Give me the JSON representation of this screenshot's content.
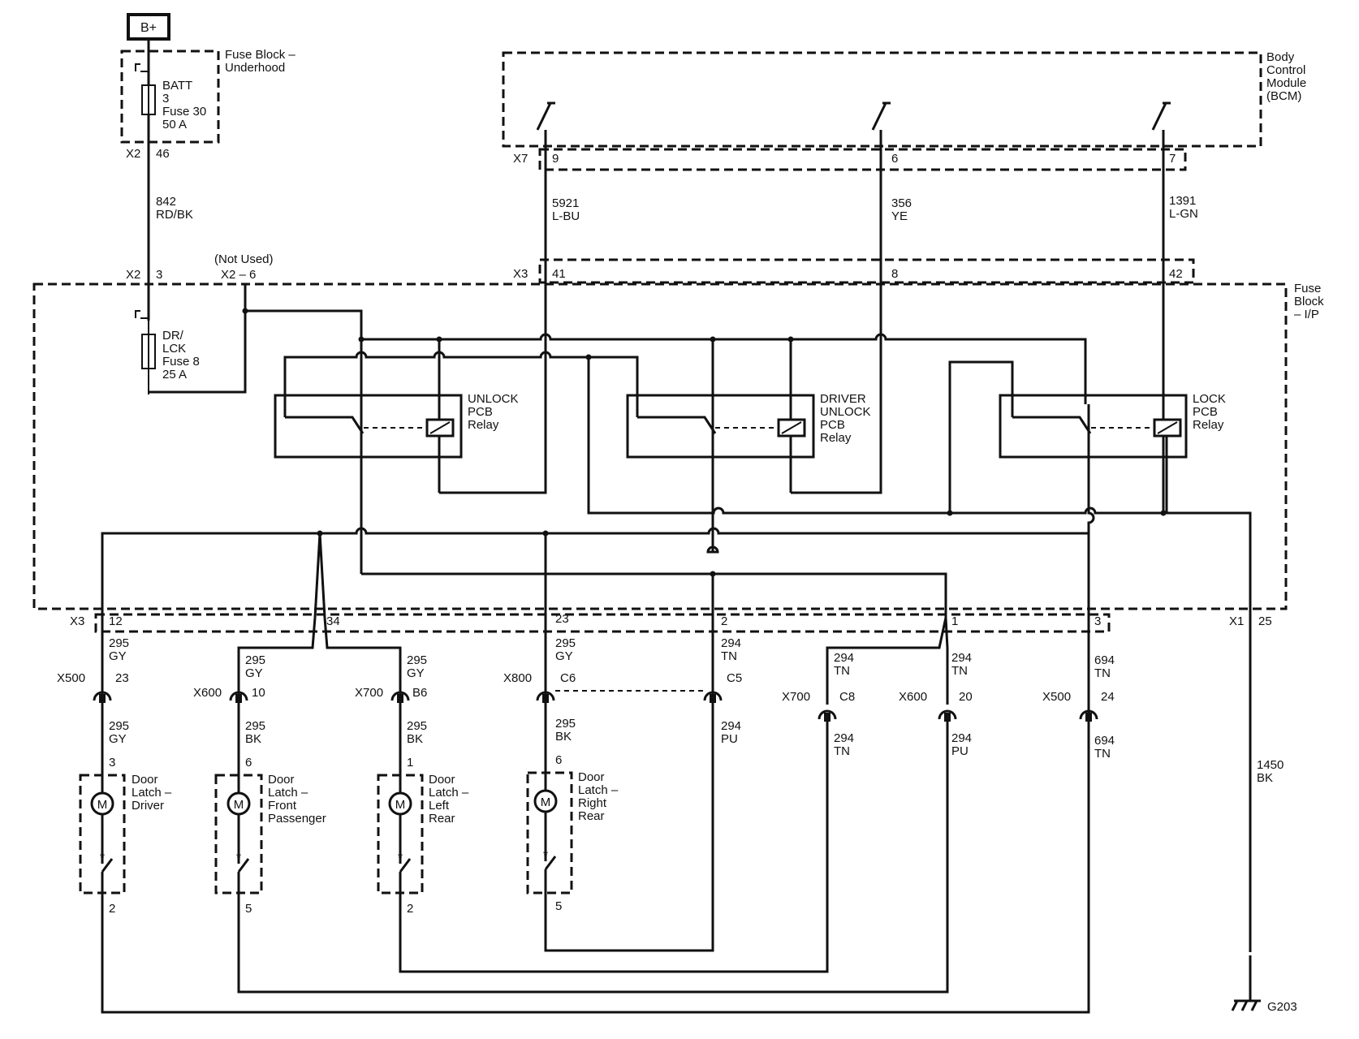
{
  "power_source": "B+",
  "fuse_block_underhood": {
    "title_lines": [
      "Fuse Block –",
      "Underhood"
    ],
    "fuse_lines": [
      "BATT",
      "3",
      "Fuse 30",
      "50 A"
    ],
    "connector": "X2",
    "pin": "46"
  },
  "bcm": {
    "title_lines": [
      "Body",
      "Control",
      "Module",
      "(BCM)"
    ],
    "connector": "X7",
    "pins": [
      "9",
      "6",
      "7"
    ]
  },
  "bcm_wires": [
    {
      "circuit": "5921",
      "color": "L-BU"
    },
    {
      "circuit": "356",
      "color": "YE"
    },
    {
      "circuit": "1391",
      "color": "L-GN"
    }
  ],
  "feed_wire": {
    "circuit": "842",
    "color": "RD/BK"
  },
  "fuse_block_ip": {
    "title_lines": [
      "Fuse",
      "Block",
      "– I/P"
    ],
    "x2_connector": "X2",
    "x2_pin": "3",
    "not_used_label": "(Not Used)",
    "not_used_pin": "X2 – 6",
    "x3_connector": "X3",
    "x3_pins": [
      "41",
      "8",
      "42"
    ],
    "fuse_lines": [
      "DR/",
      "LCK",
      "Fuse 8",
      "25 A"
    ]
  },
  "relays": [
    {
      "label_lines": [
        "UNLOCK",
        "PCB",
        "Relay"
      ]
    },
    {
      "label_lines": [
        "DRIVER",
        "UNLOCK",
        "PCB",
        "Relay"
      ]
    },
    {
      "label_lines": [
        "LOCK",
        "PCB",
        "Relay"
      ]
    }
  ],
  "bottom_connector": {
    "x3": "X3",
    "x3_pins": [
      "12",
      "34",
      "23",
      "2",
      "1",
      "3"
    ],
    "x1": "X1",
    "x1_pin": "25"
  },
  "wires_mid": [
    {
      "circuit": "295",
      "color": "GY"
    },
    {
      "circuit": "295",
      "color": "GY"
    },
    {
      "circuit": "295",
      "color": "GY"
    },
    {
      "circuit": "295",
      "color": "GY"
    },
    {
      "circuit": "294",
      "color": "TN"
    },
    {
      "circuit": "294",
      "color": "TN"
    },
    {
      "circuit": "294",
      "color": "TN"
    },
    {
      "circuit": "694",
      "color": "TN"
    }
  ],
  "inline_connectors": [
    {
      "name": "X500",
      "pin": "23"
    },
    {
      "name": "X600",
      "pin": "10"
    },
    {
      "name": "X700",
      "pin": "B6"
    },
    {
      "name": "X800",
      "pin": "C6"
    },
    {
      "name": "",
      "pin": "C5"
    },
    {
      "name": "X700",
      "pin": "C8"
    },
    {
      "name": "X600",
      "pin": "20"
    },
    {
      "name": "X500",
      "pin": "24"
    }
  ],
  "wires_low": [
    {
      "circuit": "295",
      "color": "GY"
    },
    {
      "circuit": "295",
      "color": "BK"
    },
    {
      "circuit": "295",
      "color": "BK"
    },
    {
      "circuit": "295",
      "color": "BK"
    },
    {
      "circuit": "294",
      "color": "PU"
    },
    {
      "circuit": "294",
      "color": "TN"
    },
    {
      "circuit": "294",
      "color": "PU"
    },
    {
      "circuit": "694",
      "color": "TN"
    }
  ],
  "ground_wire": {
    "circuit": "1450",
    "color": "BK"
  },
  "ground": "G203",
  "door_latches": [
    {
      "label_lines": [
        "Door",
        "Latch –",
        "Driver"
      ],
      "pin_top": "3",
      "pin_bottom": "2"
    },
    {
      "label_lines": [
        "Door",
        "Latch –",
        "Front",
        "Passenger"
      ],
      "pin_top": "6",
      "pin_bottom": "5"
    },
    {
      "label_lines": [
        "Door",
        "Latch –",
        "Left",
        "Rear"
      ],
      "pin_top": "1",
      "pin_bottom": "2"
    },
    {
      "label_lines": [
        "Door",
        "Latch –",
        "Right",
        "Rear"
      ],
      "pin_top": "6",
      "pin_bottom": "5"
    }
  ],
  "motor_symbol": "M",
  "switch_mark": "*"
}
